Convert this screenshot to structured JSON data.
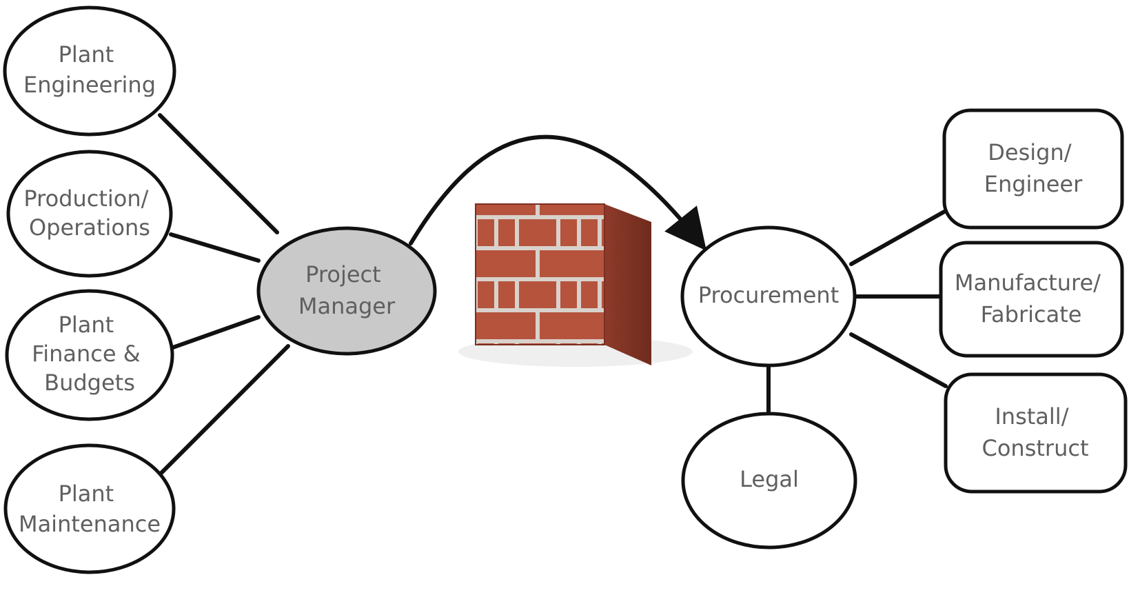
{
  "colors": {
    "node_fill": "#ffffff",
    "hub_fill": "#c9c9c9",
    "stroke": "#111111",
    "text": "#5f5f5f",
    "brick": "#b5533d",
    "mortar": "#d9d2cc"
  },
  "nodes": {
    "plant_engineering": [
      "Plant",
      "Engineering"
    ],
    "production_operations": [
      "Production/",
      "Operations"
    ],
    "plant_finance_budgets": [
      "Plant",
      "Finance &",
      "Budgets"
    ],
    "plant_maintenance": [
      "Plant",
      "Maintenance"
    ],
    "project_manager": [
      "Project",
      "Manager"
    ],
    "procurement": [
      "Procurement"
    ],
    "legal": [
      "Legal"
    ],
    "design_engineer": [
      "Design/",
      "Engineer"
    ],
    "manufacture_fabricate": [
      "Manufacture/",
      "Fabricate"
    ],
    "install_construct": [
      "Install/",
      "Construct"
    ]
  },
  "icons": {
    "barrier": "brick-wall-icon"
  }
}
